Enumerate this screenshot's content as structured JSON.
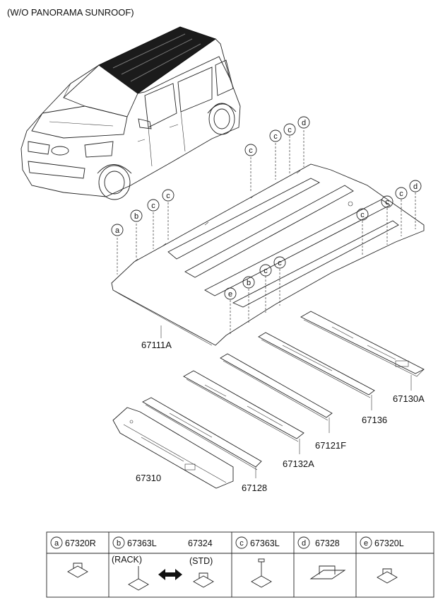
{
  "title": "(W/O PANORAMA SUNROOF)",
  "parts": {
    "roof_panel": "67111A",
    "rail_rear": "67130A",
    "bow_136": "67136",
    "bow_121": "67121F",
    "bow_132": "67132A",
    "bow_128": "67128",
    "rail_front": "67310"
  },
  "callout_letters": [
    "a",
    "b",
    "c",
    "d",
    "e"
  ],
  "legend": {
    "cells": [
      {
        "letter": "a",
        "part": "67320R"
      },
      {
        "letter": "b",
        "part": "67363L",
        "part2": "67324",
        "left_caption": "(RACK)",
        "right_caption": "(STD)"
      },
      {
        "letter": "c",
        "part": "67363L"
      },
      {
        "letter": "d",
        "part": "67328"
      },
      {
        "letter": "e",
        "part": "67320L"
      }
    ]
  }
}
